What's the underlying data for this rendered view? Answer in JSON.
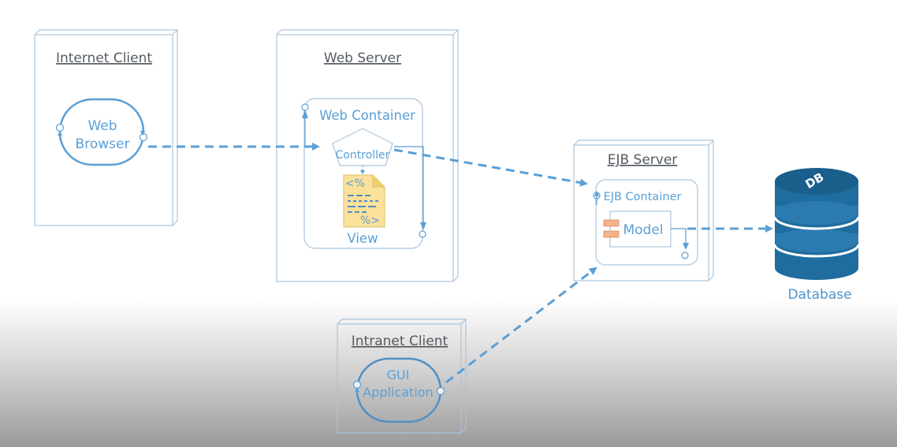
{
  "nodes": {
    "internet_client": "Internet Client",
    "web_server": "Web Server",
    "ejb_server": "EJB Server",
    "intranet_client": "Intranet Client"
  },
  "components": {
    "web_browser": [
      "Web",
      "Browser"
    ],
    "gui_application": [
      "GUI",
      "Application"
    ]
  },
  "containers": {
    "web_container": "Web Container",
    "ejb_container": "EJB Container"
  },
  "elements": {
    "controller": "Controller",
    "view": "View",
    "jsp_open_tag": "<%",
    "jsp_close_tag": "%>",
    "model": "Model"
  },
  "database": {
    "label": "Database",
    "icon_text": "DB"
  },
  "colors": {
    "line_blue": "#5a9fd6",
    "node_border": "#a9c4de",
    "db_blue": "#2b7bb0",
    "jsp_yellow": "#fbe19a",
    "model_orange": "#f3b38a"
  }
}
